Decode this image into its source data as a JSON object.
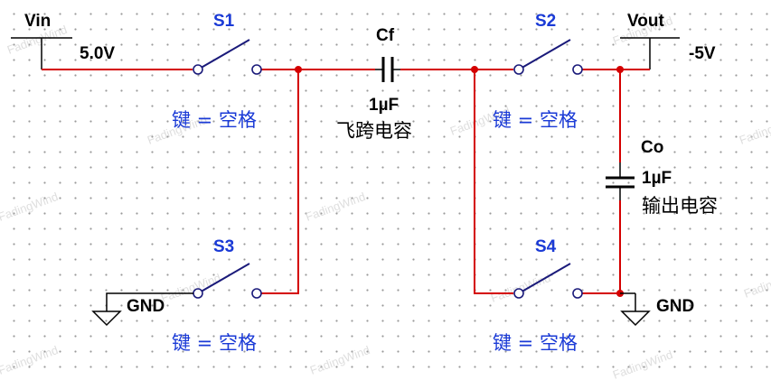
{
  "labels": {
    "vin": "Vin",
    "vin_value": "5.0V",
    "vout": "Vout",
    "vout_value": "-5V",
    "s1": "S1",
    "s2": "S2",
    "s3": "S3",
    "s4": "S4",
    "key_s1": "键 = 空格",
    "key_s2": "键 = 空格",
    "key_s3": "键 = 空格",
    "key_s4": "键 = 空格",
    "cf_name": "Cf",
    "cf_value": "1µF",
    "cf_desc": "飞跨电容",
    "co_name": "Co",
    "co_value": "1µF",
    "co_desc": "输出电容",
    "gnd_left": "GND",
    "gnd_right": "GND"
  },
  "watermark": "FadingWind",
  "colors": {
    "wire": "#d40000",
    "switch_label": "#1a3ad6",
    "switch_body": "#1a1a7a",
    "text": "#000000"
  }
}
